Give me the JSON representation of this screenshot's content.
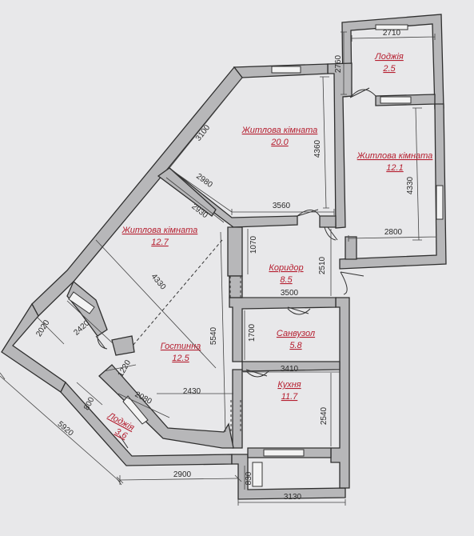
{
  "page_header": "",
  "rooms": [
    {
      "id": "loggia-top",
      "name": "Лоджія",
      "area": "2.5"
    },
    {
      "id": "living-1",
      "name": "Житлова кімната",
      "area": "20.0"
    },
    {
      "id": "living-2",
      "name": "Житлова кімната",
      "area": "12.1"
    },
    {
      "id": "living-3",
      "name": "Житлова кімната",
      "area": "12.7"
    },
    {
      "id": "corridor",
      "name": "Коридор",
      "area": "8.5"
    },
    {
      "id": "bathroom",
      "name": "Санвузол",
      "area": "5.8"
    },
    {
      "id": "living-room",
      "name": "Гостинна",
      "area": "12.5"
    },
    {
      "id": "kitchen",
      "name": "Кухня",
      "area": "11.7"
    },
    {
      "id": "loggia-bottom",
      "name": "Лоджія",
      "area": "3.6"
    }
  ],
  "dimensions": {
    "loggia_top_width": "2710",
    "loggia_top_depth": "2760",
    "living1_wall": "3100",
    "living1_height": "4360",
    "living1_diag": "2980",
    "living1_width": "3560",
    "living2_height": "4330",
    "living2_width": "2800",
    "corridor_left": "1070",
    "corridor_right": "2510",
    "corridor_width": "3500",
    "living3_top": "2930",
    "living3_height": "4330",
    "living_room_height": "5540",
    "bath_height": "1700",
    "kitchen_width": "3410",
    "kitchen_height": "2540",
    "left_2020": "2020",
    "left_2420": "2420",
    "left_1220": "1220",
    "left_2080": "2080",
    "living_room_width": "2430",
    "loggia_bottom_800": "800",
    "outer_5920": "5920",
    "bottom_2900": "2900",
    "bottom_830": "830",
    "bottom_3130": "3130"
  }
}
